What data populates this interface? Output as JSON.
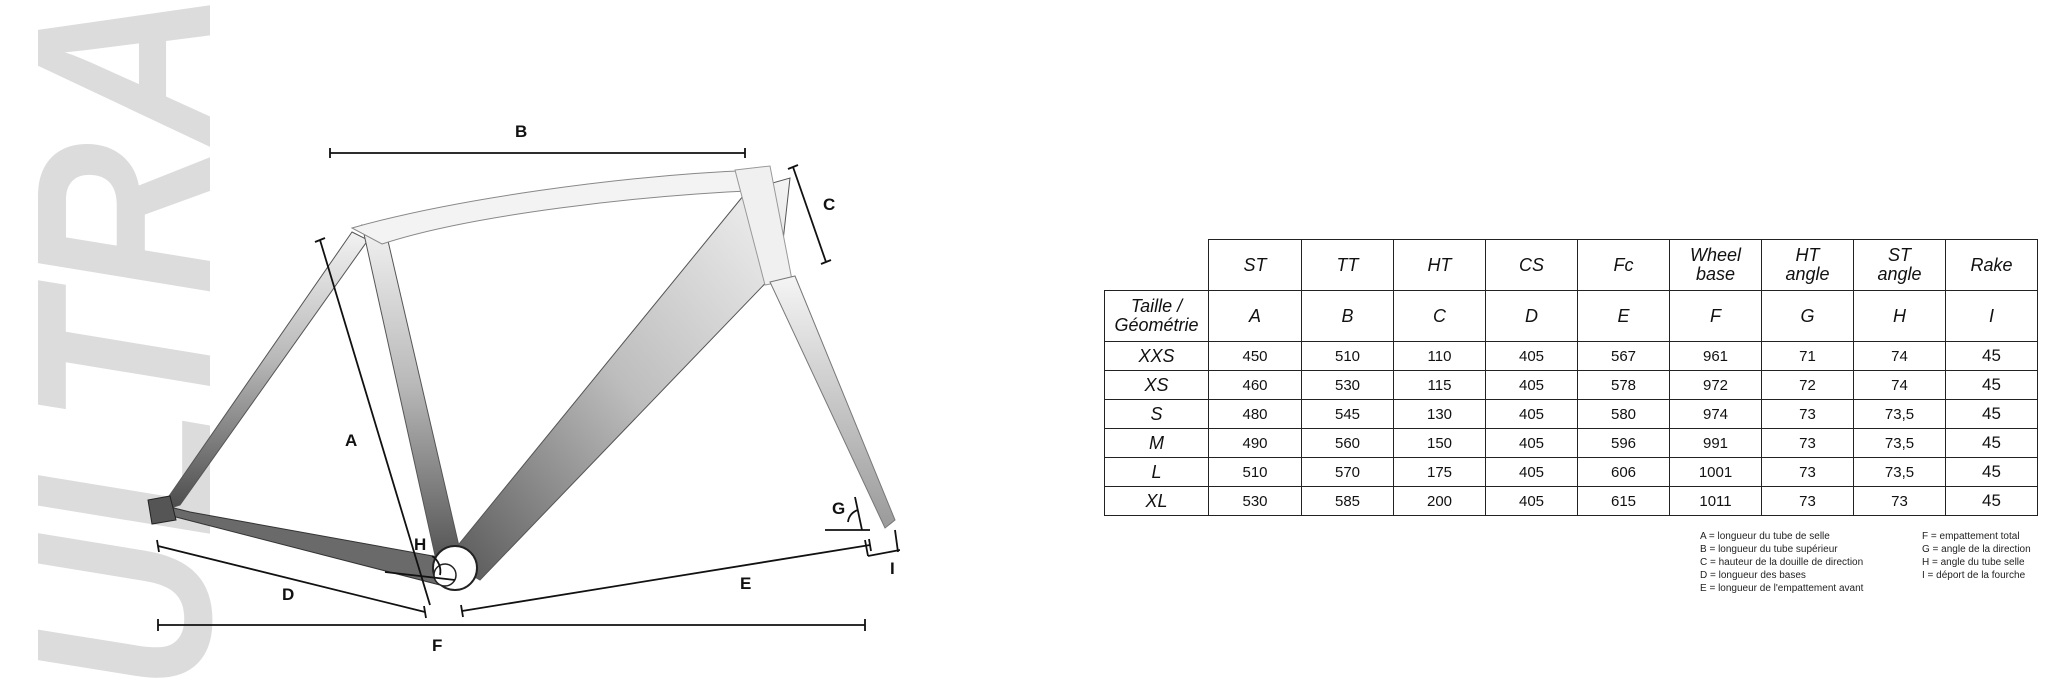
{
  "watermark": {
    "text": "ULTRA",
    "color": "#dcdcdc"
  },
  "diagram": {
    "labels": {
      "A": "A",
      "B": "B",
      "C": "C",
      "D": "D",
      "E": "E",
      "F": "F",
      "G": "G",
      "H": "H",
      "I": "I"
    }
  },
  "table": {
    "headers": [
      "ST",
      "TT",
      "HT",
      "CS",
      "Fc",
      "Wheel base",
      "HT angle",
      "ST angle",
      "Rake"
    ],
    "row_label": "Taille / Géométrie",
    "letters": [
      "A",
      "B",
      "C",
      "D",
      "E",
      "F",
      "G",
      "H",
      "I"
    ],
    "rows": [
      {
        "size": "XXS",
        "values": [
          "450",
          "510",
          "110",
          "405",
          "567",
          "961",
          "71",
          "74",
          "45"
        ]
      },
      {
        "size": "XS",
        "values": [
          "460",
          "530",
          "115",
          "405",
          "578",
          "972",
          "72",
          "74",
          "45"
        ]
      },
      {
        "size": "S",
        "values": [
          "480",
          "545",
          "130",
          "405",
          "580",
          "974",
          "73",
          "73,5",
          "45"
        ]
      },
      {
        "size": "M",
        "values": [
          "490",
          "560",
          "150",
          "405",
          "596",
          "991",
          "73",
          "73,5",
          "45"
        ]
      },
      {
        "size": "L",
        "values": [
          "510",
          "570",
          "175",
          "405",
          "606",
          "1001",
          "73",
          "73,5",
          "45"
        ]
      },
      {
        "size": "XL",
        "values": [
          "530",
          "585",
          "200",
          "405",
          "615",
          "1011",
          "73",
          "73",
          "45"
        ]
      }
    ]
  },
  "legend": {
    "left": [
      "A = longueur du tube de selle",
      "B = longueur du tube supérieur",
      "C = hauteur de la douille de direction",
      "D = longueur des bases",
      "E = longueur de l'empattement avant"
    ],
    "right": [
      "F = empattement total",
      "G = angle de la direction",
      "H = angle du tube selle",
      "I  = déport de la fourche"
    ]
  }
}
